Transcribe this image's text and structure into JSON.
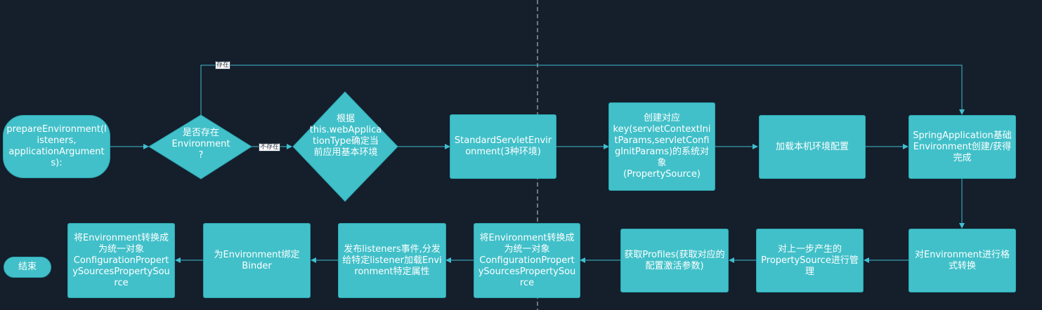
{
  "nodes": {
    "start": "prepareEnvironment(listeners,\napplicationArguments):",
    "decision_exists": "是否存在\nEnvironment\n?",
    "decision_type": "根据\nthis.webApplicationType确定当前应用基本环境",
    "standard_env": "StandardServletEnvironment(3种环境)",
    "property_source": "创建对应\nkey(servletContextInitParams,servletConfigInitParams)的系统对象\n(PropertySource)",
    "load_local": "加载本机环境配置",
    "env_done": "SpringApplication基础Environment创建/获得完成",
    "format_convert": "对Environment进行格式转换",
    "manage_ps": "对上一步产生的\nPropertySource进行管理",
    "profiles": "获取Profiles(获取对应的配置激活参数)",
    "convert_unified_1": "将Environment转换成为统一对象\nConfigurationPropertySourcesPropertySource",
    "publish": "发布listeners事件,分发给特定listener加载Environment特定属性",
    "binder": "为Environment绑定\nBinder",
    "convert_unified_2": "将Environment转换成为统一对象\nConfigurationPropertySourcesPropertySource",
    "end": "结束"
  },
  "edges": {
    "exists_yes": "存在",
    "exists_no": "不存在"
  },
  "colors": {
    "background": "#151e2b",
    "node_fill": "#41c0c9",
    "connector": "#3fbfd0"
  }
}
